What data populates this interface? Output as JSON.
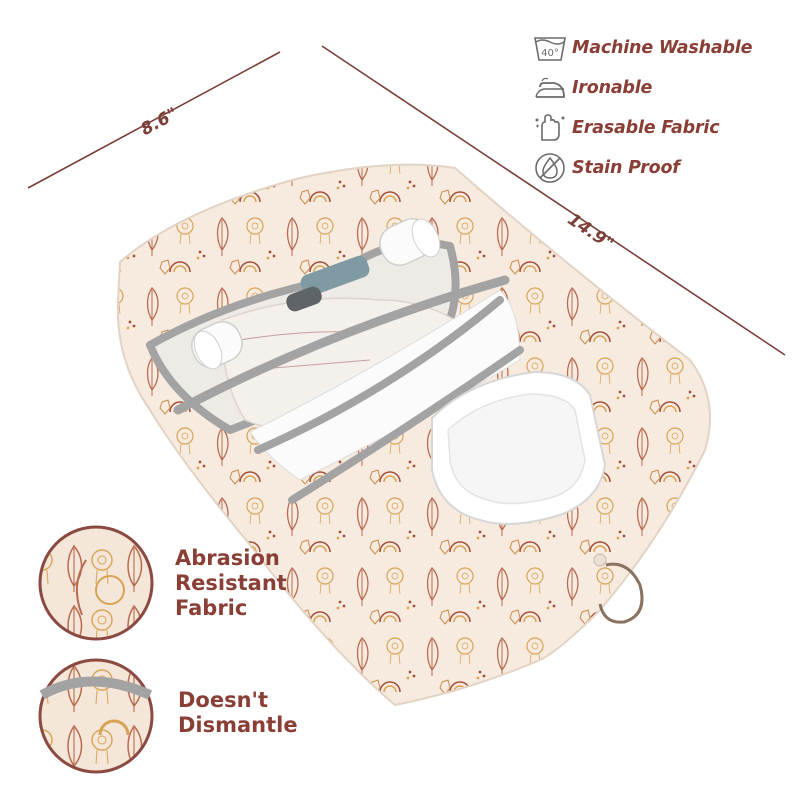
{
  "dimensions": {
    "width_label": "8.6\"",
    "length_label": "14.9\""
  },
  "features": [
    {
      "icon": "machine-wash-40-icon",
      "icon_text": "40°",
      "label": "Machine Washable"
    },
    {
      "icon": "iron-icon",
      "label": "Ironable"
    },
    {
      "icon": "hand-wipe-icon",
      "label": "Erasable Fabric"
    },
    {
      "icon": "stain-proof-drop-icon",
      "label": "Stain Proof"
    }
  ],
  "callouts": [
    {
      "line1": "Abrasion",
      "line2": "Resistant",
      "line3": "Fabric"
    },
    {
      "line1": "Doesn't",
      "line2": "Dismantle"
    }
  ],
  "colors": {
    "accent_text": "#8a3f36",
    "mat_fabric": "#f6e9dc",
    "trim_grey": "#a3a3a3",
    "circle_border": "#8a4a42"
  }
}
